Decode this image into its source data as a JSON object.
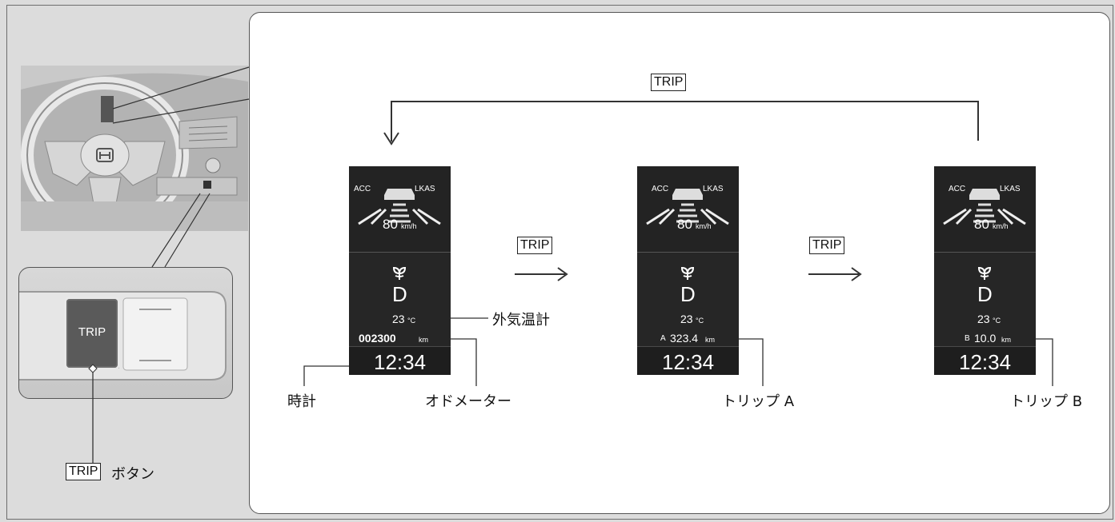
{
  "key_label": "TRIP",
  "button_label": "ボタン",
  "displays": [
    {
      "acc": "ACC",
      "lkas": "LKAS",
      "speed": "80",
      "speed_unit": "km/h",
      "gear": "D",
      "temp": "23",
      "temp_unit": "°C",
      "prefix": "",
      "reading": "002300",
      "reading_unit": "km",
      "clock": "12:34"
    },
    {
      "acc": "ACC",
      "lkas": "LKAS",
      "speed": "80",
      "speed_unit": "km/h",
      "gear": "D",
      "temp": "23",
      "temp_unit": "°C",
      "prefix": "A",
      "reading": "323.4",
      "reading_unit": "km",
      "clock": "12:34"
    },
    {
      "acc": "ACC",
      "lkas": "LKAS",
      "speed": "80",
      "speed_unit": "km/h",
      "gear": "D",
      "temp": "23",
      "temp_unit": "°C",
      "prefix": "B",
      "reading": "10.0",
      "reading_unit": "km",
      "clock": "12:34"
    }
  ],
  "callouts": {
    "outside_temp": "外気温計",
    "clock": "時計",
    "odometer": "オドメーター",
    "trip_a": "トリップ A",
    "trip_b": "トリップ B"
  }
}
